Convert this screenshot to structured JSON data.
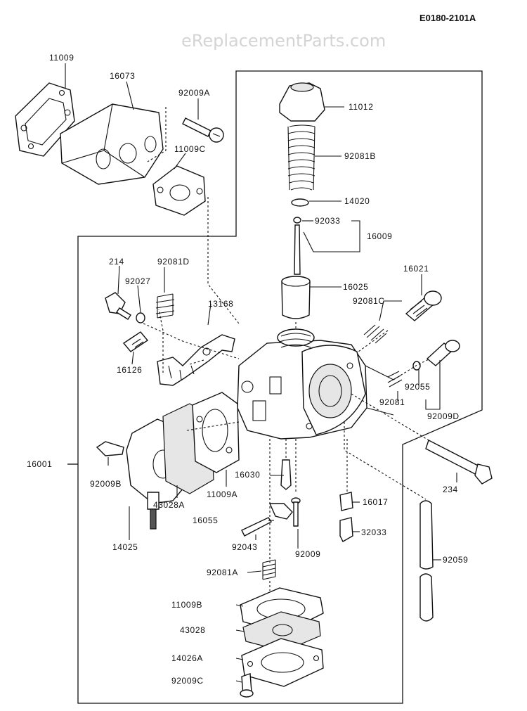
{
  "header": {
    "diagram_code": "E0180-2101A",
    "watermark": "eReplacementParts.com"
  },
  "callouts": [
    {
      "id": "p11009",
      "text": "11009"
    },
    {
      "id": "p16073",
      "text": "16073"
    },
    {
      "id": "p92009A",
      "text": "92009A"
    },
    {
      "id": "p11009C",
      "text": "11009C"
    },
    {
      "id": "p11012",
      "text": "11012"
    },
    {
      "id": "p92081B",
      "text": "92081B"
    },
    {
      "id": "p14020",
      "text": "14020"
    },
    {
      "id": "p92033",
      "text": "92033"
    },
    {
      "id": "p16009",
      "text": "16009"
    },
    {
      "id": "p214",
      "text": "214"
    },
    {
      "id": "p92081D",
      "text": "92081D"
    },
    {
      "id": "p92027",
      "text": "92027"
    },
    {
      "id": "p13168",
      "text": "13168"
    },
    {
      "id": "p16025",
      "text": "16025"
    },
    {
      "id": "p16021",
      "text": "16021"
    },
    {
      "id": "p92081C",
      "text": "92081C"
    },
    {
      "id": "p16126",
      "text": "16126"
    },
    {
      "id": "p92055",
      "text": "92055"
    },
    {
      "id": "p92081",
      "text": "92081"
    },
    {
      "id": "p92009D",
      "text": "92009D"
    },
    {
      "id": "p16001",
      "text": "16001"
    },
    {
      "id": "p92009B",
      "text": "92009B"
    },
    {
      "id": "p43028A",
      "text": "43028A"
    },
    {
      "id": "p11009A",
      "text": "11009A"
    },
    {
      "id": "p16030",
      "text": "16030"
    },
    {
      "id": "p234",
      "text": "234"
    },
    {
      "id": "p16017",
      "text": "16017"
    },
    {
      "id": "p14025",
      "text": "14025"
    },
    {
      "id": "p16055",
      "text": "16055"
    },
    {
      "id": "p32033",
      "text": "32033"
    },
    {
      "id": "p92043",
      "text": "92043"
    },
    {
      "id": "p92009",
      "text": "92009"
    },
    {
      "id": "p92059",
      "text": "92059"
    },
    {
      "id": "p92081A",
      "text": "92081A"
    },
    {
      "id": "p11009B",
      "text": "11009B"
    },
    {
      "id": "p43028",
      "text": "43028"
    },
    {
      "id": "p14026A",
      "text": "14026A"
    },
    {
      "id": "p92009C",
      "text": "92009C"
    }
  ]
}
